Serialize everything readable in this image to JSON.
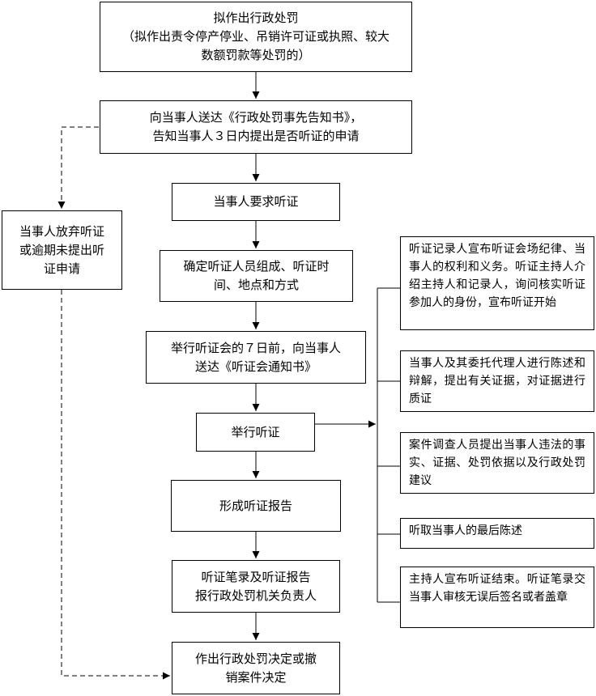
{
  "nodes": {
    "propose_penalty": {
      "line1": "拟作出行政处罚",
      "line2": "（拟作出责令停产停业、吊销许可证或执照、较大",
      "line3": "数额罚款等处罚的）"
    },
    "notify": {
      "line1": "向当事人送达《行政处罚事先告知书》，",
      "line2": "告知当事人３日内提出是否听证的申请"
    },
    "request_hearing": {
      "line1": "当事人要求听证"
    },
    "waive": {
      "line1": "当事人放弃听证",
      "line2": "或逾期未提出听",
      "line3": "证申请"
    },
    "determine": {
      "line1": "确定听证人员组成、听证时",
      "line2": "间、地点和方式"
    },
    "send_notice": {
      "line1": "举行听证会的７日前，向当事人",
      "line2": "送达《听证会通知书》"
    },
    "hold_hearing": {
      "line1": "举行听证"
    },
    "report": {
      "line1": "形成听证报告"
    },
    "submit": {
      "line1": "听证笔录及听证报告",
      "line2": "报行政处罚机关负责人"
    },
    "decision": {
      "line1": "作出行政处罚决定或撤",
      "line2": "销案件决定"
    }
  },
  "steps": [
    {
      "text": "听证记录人宣布听证会场纪律、当事人的权利和义务。听证主持人介绍主持人和记录人，询问核实听证参加人的身份，宣布听证开始"
    },
    {
      "text": "当事人及其委托代理人进行陈述和辩解，提出有关证据，对证据进行质证"
    },
    {
      "text": "案件调查人员提出当事人违法的事实、证据、处罚依据以及行政处罚建议"
    },
    {
      "text": "听取当事人的最后陈述"
    },
    {
      "text": "主持人宣布听证结束。听证笔录交当事人审核无误后签名或者盖章"
    }
  ]
}
